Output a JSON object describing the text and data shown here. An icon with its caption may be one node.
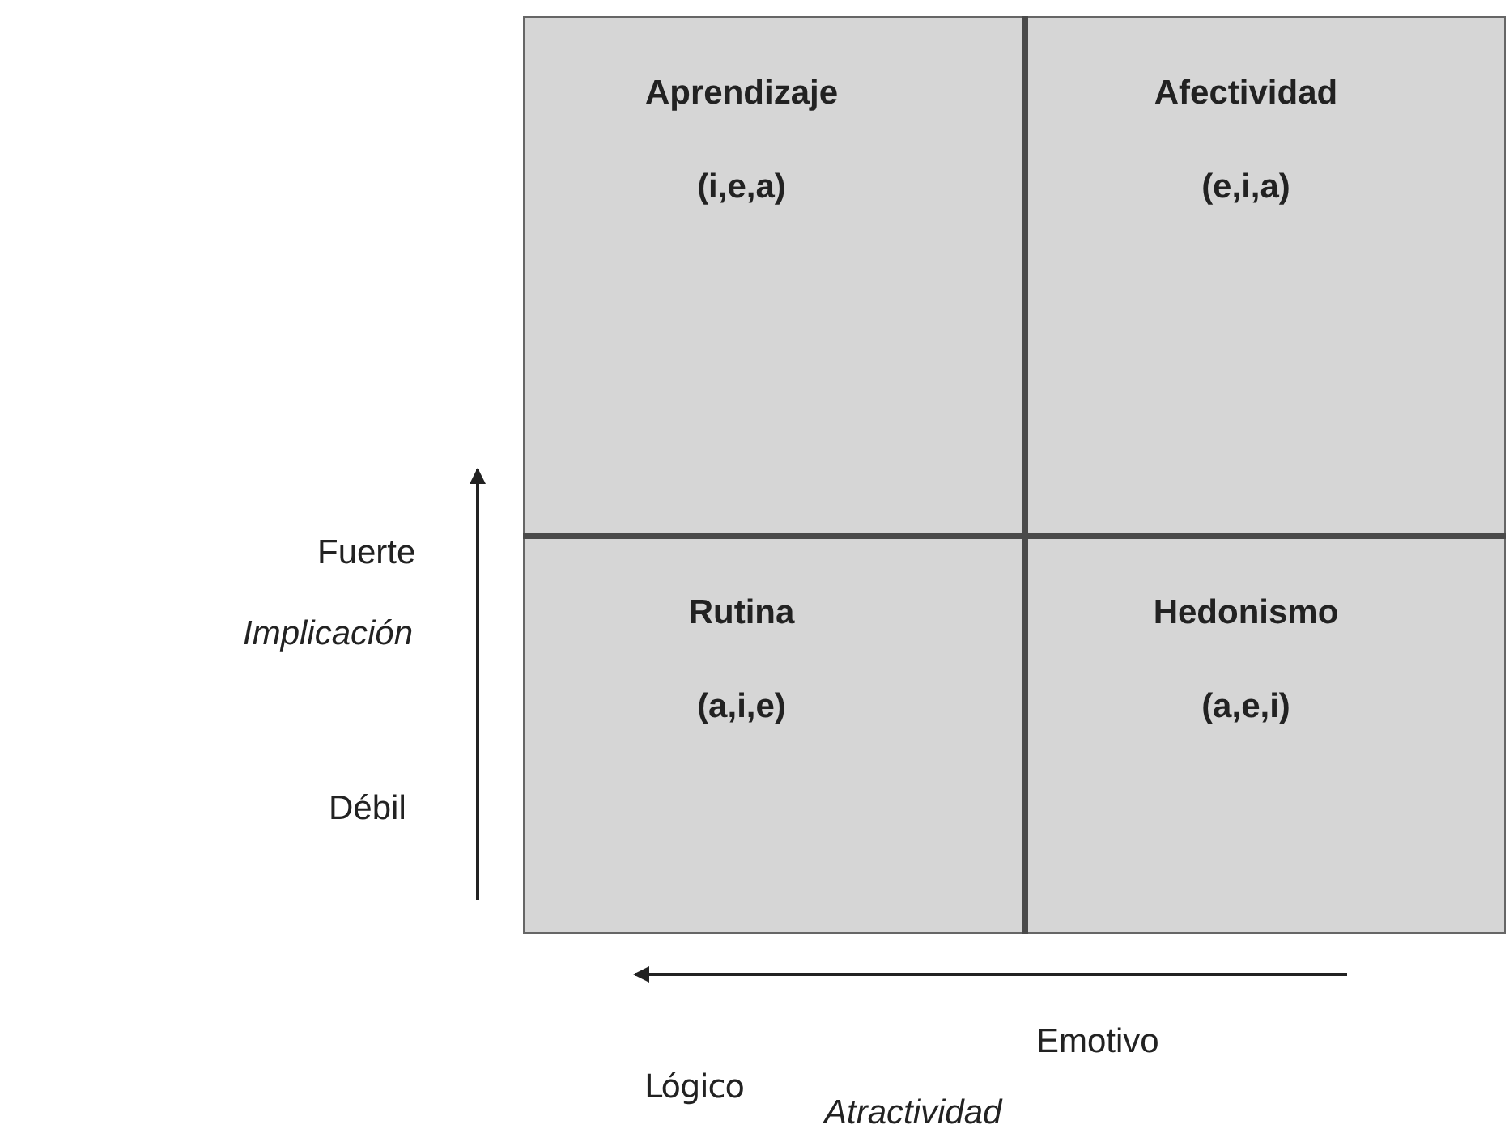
{
  "diagram": {
    "nodes": [
      {
        "text": [
          "Aprendizaje",
          "(i,e,a)"
        ]
      },
      {
        "text": [
          "Afectividad",
          "(e,i,a)"
        ]
      },
      {
        "text": [
          "Rutina",
          "(a,i,e)"
        ]
      },
      {
        "text": [
          "Hedonismo",
          "(a,e,i)"
        ]
      }
    ],
    "edges": [],
    "labels": [
      "Fuerte",
      "Implicación",
      "Débil",
      "Lógico",
      "Emotivo",
      "Atractividad"
    ]
  }
}
